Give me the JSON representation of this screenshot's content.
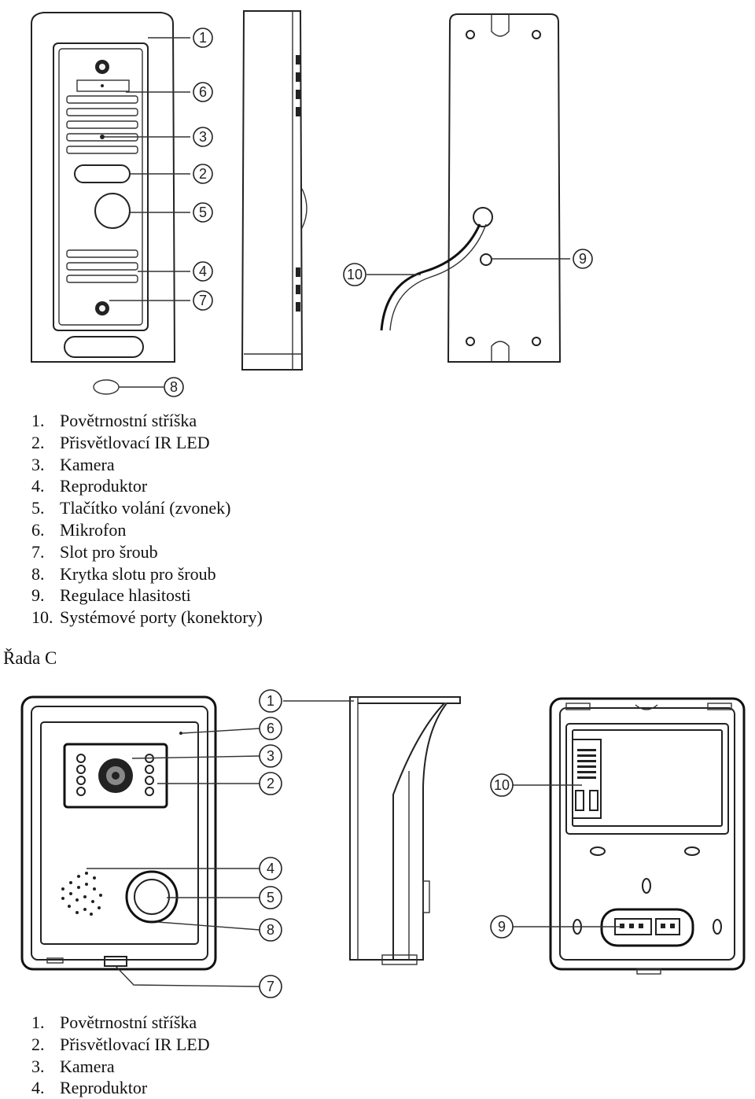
{
  "figure_top": {
    "callouts": [
      "1",
      "6",
      "3",
      "2",
      "5",
      "4",
      "7",
      "8",
      "10",
      "9"
    ]
  },
  "legend_top": [
    {
      "num": "1.",
      "text": "Povětrnostní stříška"
    },
    {
      "num": "2.",
      "text": "Přisvětlovací IR LED"
    },
    {
      "num": "3.",
      "text": "Kamera"
    },
    {
      "num": "4.",
      "text": "Reproduktor"
    },
    {
      "num": "5.",
      "text": "Tlačítko volání (zvonek)"
    },
    {
      "num": "6.",
      "text": "Mikrofon"
    },
    {
      "num": "7.",
      "text": "Slot pro šroub"
    },
    {
      "num": "8.",
      "text": "Krytka slotu pro šroub"
    },
    {
      "num": "9.",
      "text": "Regulace hlasitosti"
    },
    {
      "num": "10.",
      "text": "Systémové porty (konektory)"
    }
  ],
  "section_heading": "Řada C",
  "figure_bottom": {
    "callouts": [
      "1",
      "6",
      "3",
      "2",
      "4",
      "5",
      "8",
      "7",
      "10",
      "9"
    ]
  },
  "legend_bottom": [
    {
      "num": "1.",
      "text": "Povětrnostní stříška"
    },
    {
      "num": "2.",
      "text": "Přisvětlovací IR LED"
    },
    {
      "num": "3.",
      "text": "Kamera"
    },
    {
      "num": "4.",
      "text": "Reproduktor"
    }
  ]
}
